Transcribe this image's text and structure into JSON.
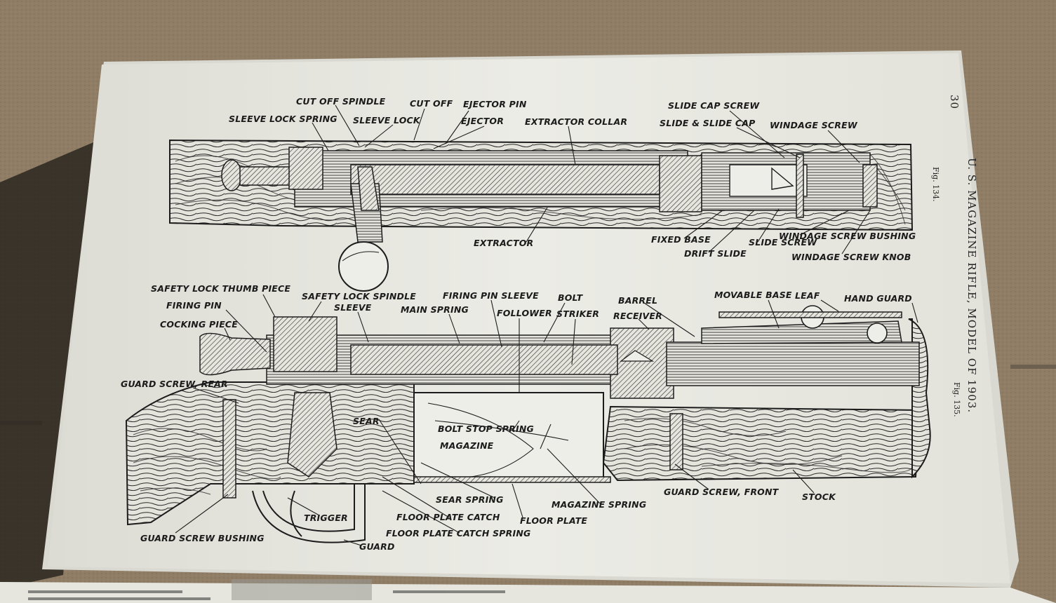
{
  "header": {
    "title": "U. S. MAGAZINE RIFLE, MODEL OF 1903.",
    "page_number": "30"
  },
  "figures": {
    "fig134": "Fig. 134.",
    "fig135": "Fig. 135."
  },
  "labels_fig134": {
    "cut_off_spindle": "CUT OFF SPINDLE",
    "cut_off": "CUT OFF",
    "ejector_pin": "EJECTOR PIN",
    "sleeve_lock_spring": "SLEEVE LOCK SPRING",
    "sleeve_lock": "SLEEVE LOCK",
    "ejector": "EJECTOR",
    "extractor_collar": "EXTRACTOR COLLAR",
    "slide_cap_screw": "SLIDE CAP SCREW",
    "slide_and_slide_cap": "SLIDE & SLIDE CAP",
    "windage_screw": "WINDAGE SCREW",
    "extractor": "EXTRACTOR",
    "fixed_base": "FIXED BASE",
    "drift_slide": "DRIFT SLIDE",
    "slide_screw": "SLIDE SCREW",
    "windage_screw_bushing": "WINDAGE SCREW BUSHING",
    "windage_screw_knob": "WINDAGE SCREW KNOB"
  },
  "labels_fig135": {
    "safety_lock_thumb_piece": "SAFETY LOCK THUMB PIECE",
    "safety_lock_spindle": "SAFETY LOCK SPINDLE",
    "firing_pin_sleeve": "FIRING PIN SLEEVE",
    "bolt": "BOLT",
    "movable_base": "MOVABLE BASE",
    "leaf": "LEAF",
    "hand_guard": "HAND GUARD",
    "firing_pin": "FIRING PIN",
    "sleeve": "SLEEVE",
    "main_spring": "MAIN SPRING",
    "follower": "FOLLOWER",
    "striker": "STRIKER",
    "barrel": "BARREL",
    "receiver": "RECEIVER",
    "cocking_piece": "COCKING PIECE",
    "guard_screw_rear": "GUARD SCREW, REAR",
    "sear": "SEAR",
    "bolt_stop_spring": "BOLT STOP SPRING",
    "magazine": "MAGAZINE",
    "sear_spring": "SEAR SPRING",
    "magazine_spring": "MAGAZINE SPRING",
    "guard_screw_front": "GUARD SCREW, FRONT",
    "stock": "STOCK",
    "trigger": "TRIGGER",
    "floor_plate_catch": "FLOOR PLATE CATCH",
    "floor_plate": "FLOOR PLATE",
    "floor_plate_catch_spring": "FLOOR PLATE CATCH SPRING",
    "guard_screw_bushing": "GUARD SCREW BUSHING",
    "guard": "GUARD"
  },
  "colors": {
    "table": "#8f7d66",
    "page": "#e8e8e1",
    "ink": "#1c1c1c"
  }
}
